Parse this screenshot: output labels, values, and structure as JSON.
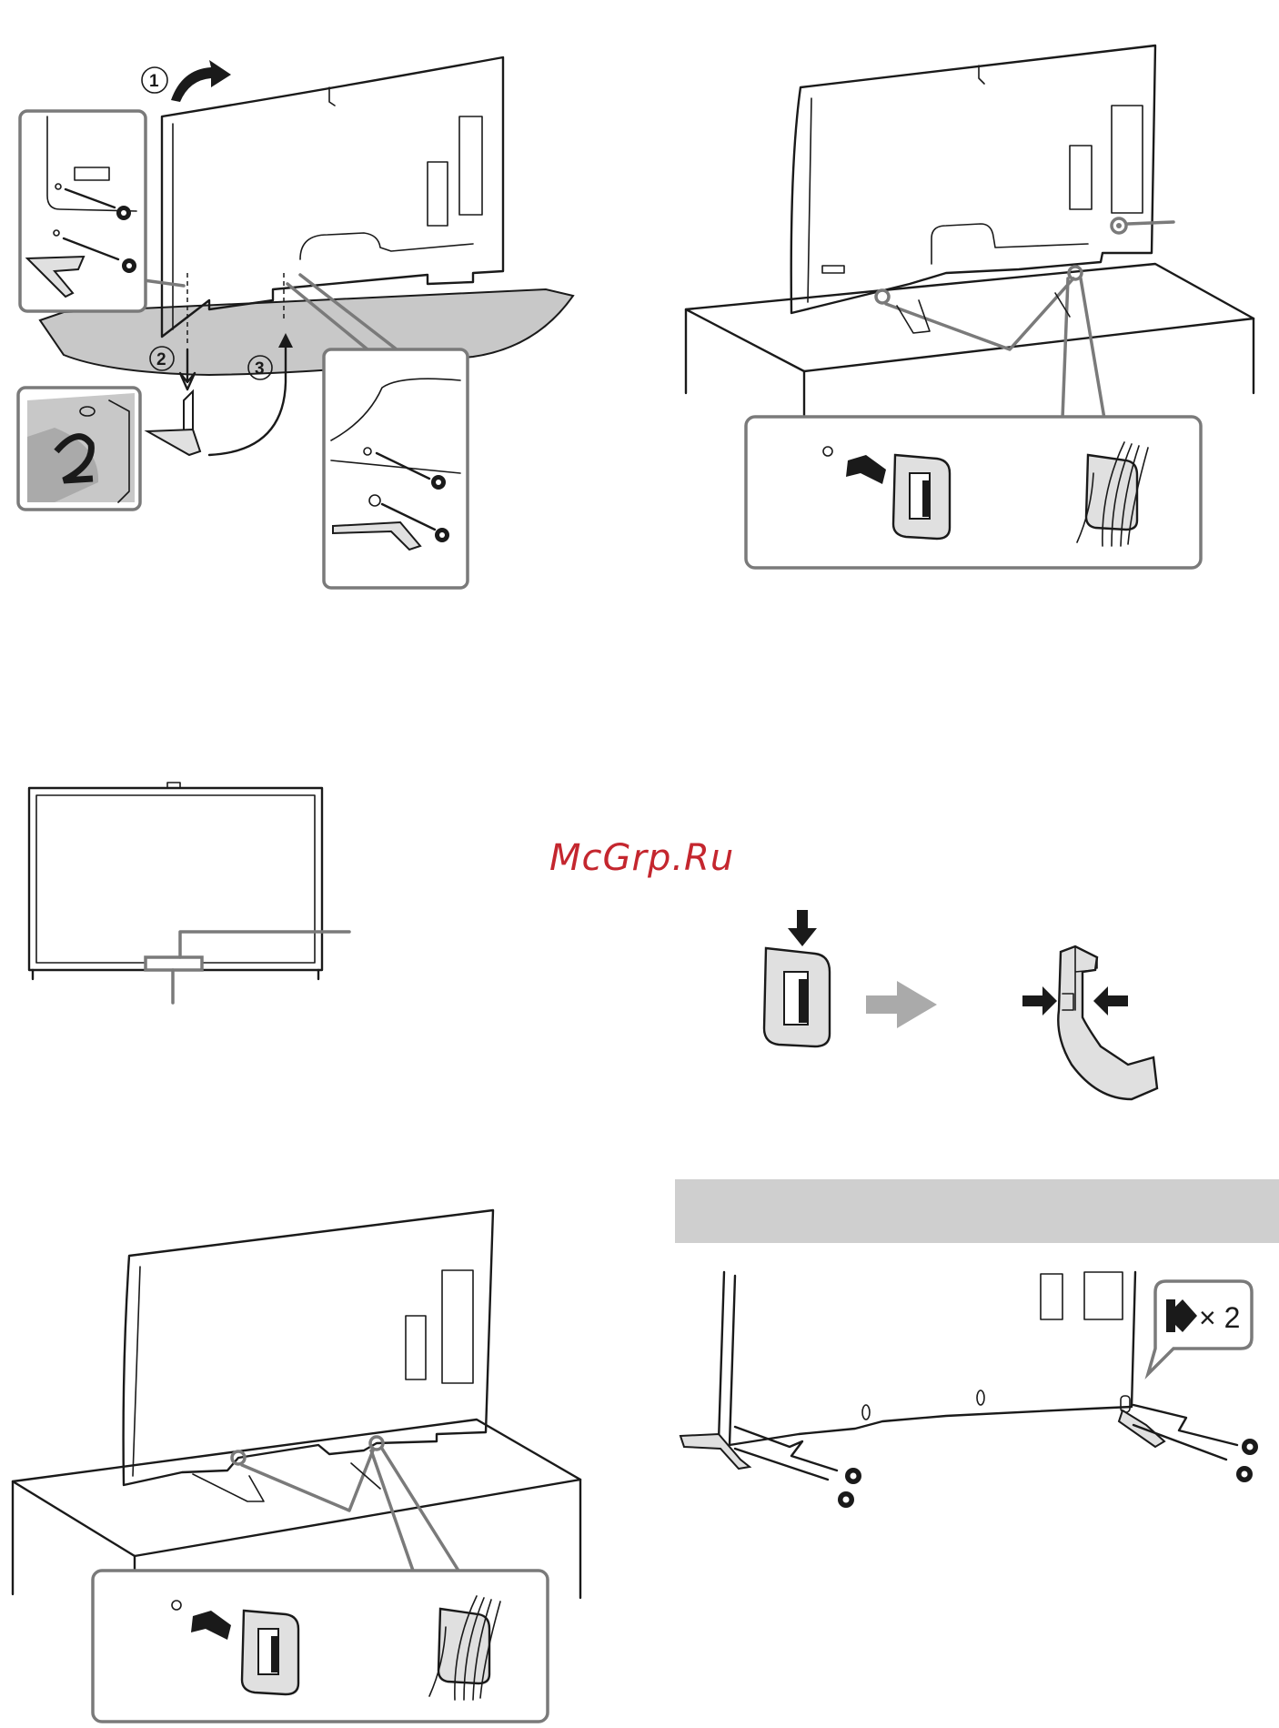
{
  "watermark": {
    "text": "McGrp.Ru",
    "color": "#c4262e"
  },
  "steps": {
    "step1": "1",
    "step2": "2",
    "step3": "3"
  },
  "screw_count": {
    "label": "× 2"
  },
  "colors": {
    "ink": "#1a1a1a",
    "callout_border": "#7a7a7a",
    "shelf_fill": "#c8c8c8",
    "bar_fill": "#cfcfcf"
  },
  "icons": [
    "rotate-arrow-icon",
    "screw-icon",
    "cable-holder-icon",
    "pointer-arrow-icon",
    "press-arrow-icon",
    "gray-right-arrow-icon",
    "screw-symbol-icon"
  ]
}
